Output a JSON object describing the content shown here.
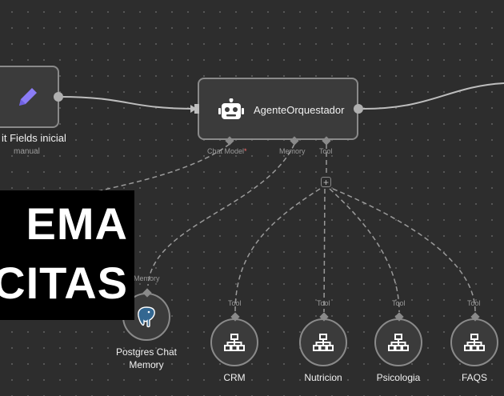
{
  "canvas": {
    "edit_node": {
      "title": "it Fields inicial",
      "subtitle": "manual",
      "icon": "pencil-icon"
    },
    "agent_node": {
      "title": "AgenteOrquestador",
      "icon": "robot-icon",
      "ports": {
        "chat_model": "Chat Model",
        "chat_model_required": "*",
        "memory": "Memory",
        "tool": "Tool"
      },
      "add_icon": "+"
    },
    "memory_node": {
      "title_line1": "Postgres Chat",
      "title_line2": "Memory",
      "port_label": "Memory",
      "icon": "postgres-elephant-icon"
    },
    "tools": [
      {
        "label": "CRM",
        "port_label": "Tool",
        "icon": "sitemap-icon"
      },
      {
        "label": "Nutricion",
        "port_label": "Tool",
        "icon": "sitemap-icon"
      },
      {
        "label": "Psicologia",
        "port_label": "Tool",
        "icon": "sitemap-icon"
      },
      {
        "label": "FAQS",
        "port_label": "Tool",
        "icon": "sitemap-icon"
      }
    ]
  },
  "overlay": {
    "line1": "EMA",
    "line2": "CITAS"
  },
  "colors": {
    "background": "#2d2d2d",
    "node_fill": "#3b3b3b",
    "node_border": "#8a8a8a",
    "pencil": "#8b7cf6",
    "postgres": "#336791",
    "required": "#ff6d6d"
  }
}
